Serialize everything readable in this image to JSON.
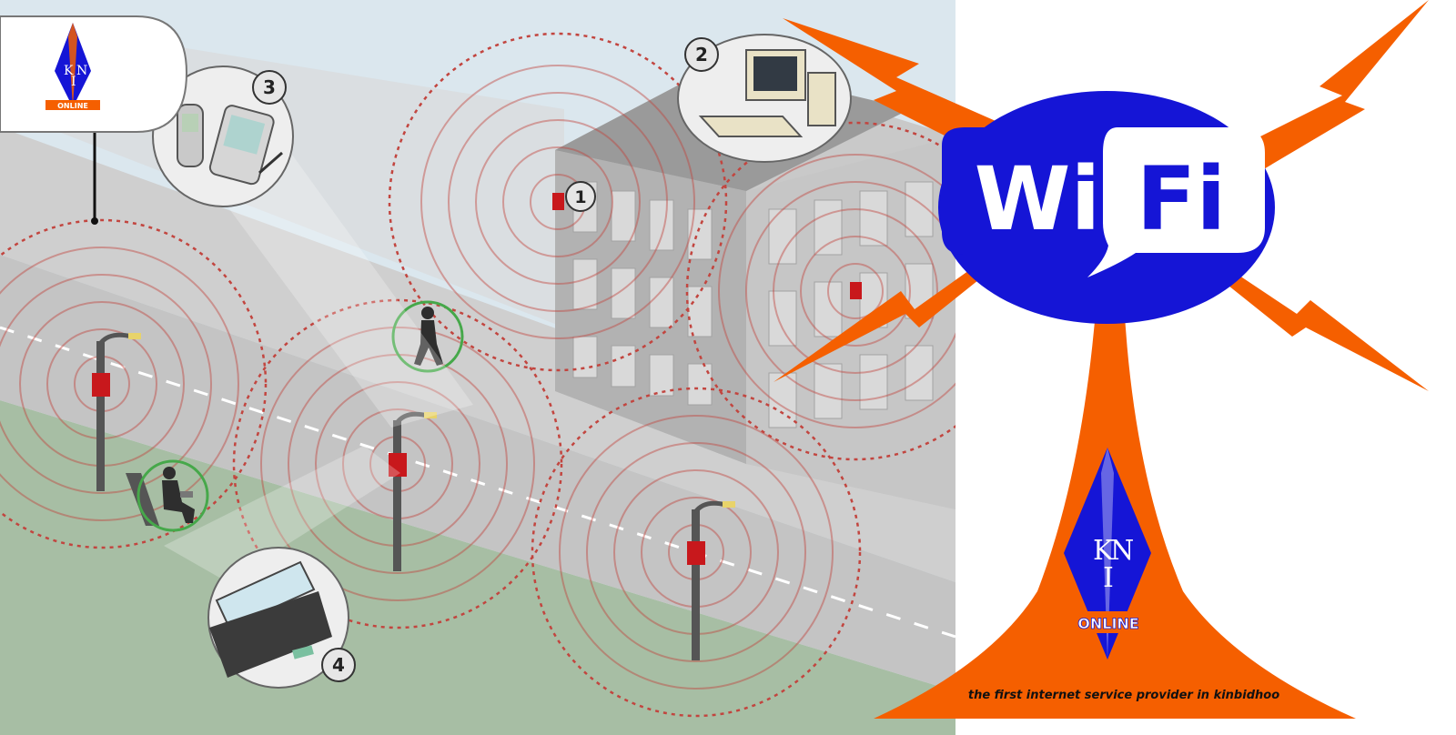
{
  "diagram": {
    "callouts": [
      {
        "number": "1",
        "icon": "access-point-icon"
      },
      {
        "number": "2",
        "icon": "desktop-computer-icon"
      },
      {
        "number": "3",
        "icon": "mobile-phone-pda-icon"
      },
      {
        "number": "4",
        "icon": "laptop-usb-adapter-icon"
      }
    ],
    "colors": {
      "sky": "#dbe7ee",
      "street": "#d5d5d5",
      "grass": "#a7bea4",
      "building": "#bdbdbd",
      "signal_ring": "#c2453f",
      "user_ring": "#46a84a",
      "node": "#c8181c"
    }
  },
  "brand": {
    "wifi_word_left": "Wi",
    "wifi_word_right": "Fi",
    "logo_letters": [
      "K",
      "I",
      "N"
    ],
    "logo_sub": "ONLINE",
    "tagline": "the first internet service provider in kinbidhoo",
    "colors": {
      "blue": "#1515d6",
      "orange": "#f55f00",
      "white": "#ffffff"
    }
  }
}
